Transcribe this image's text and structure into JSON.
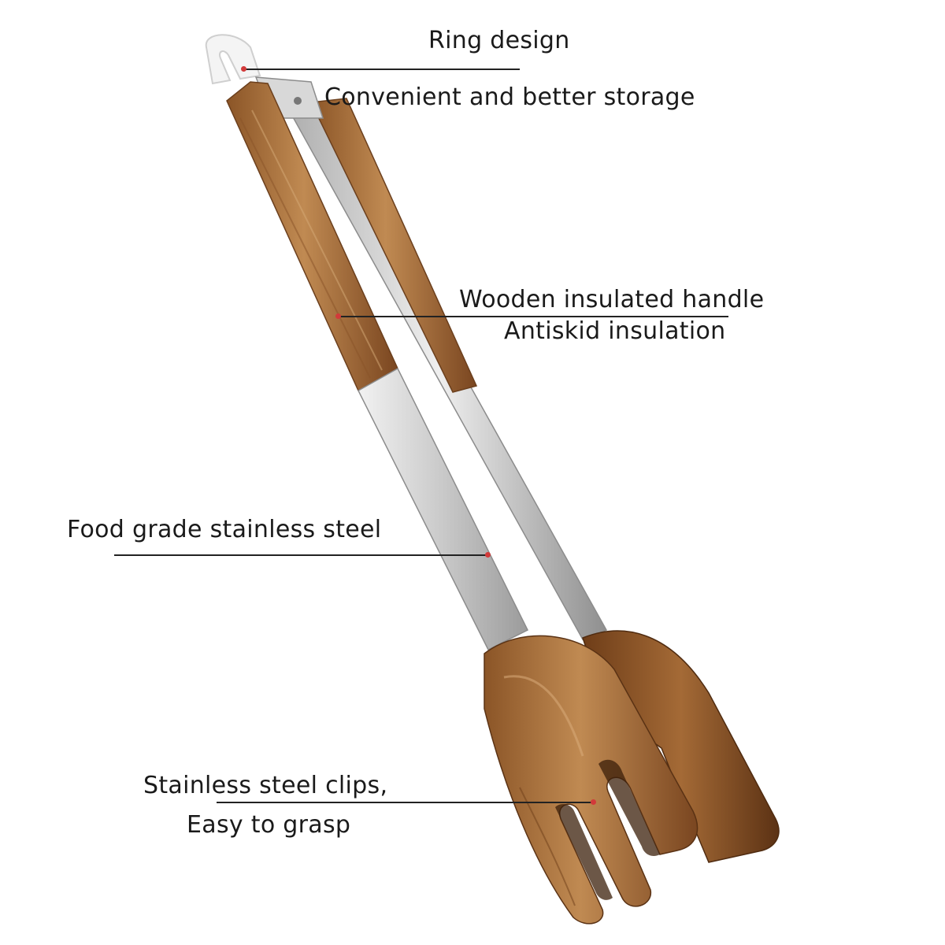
{
  "callouts": {
    "ring": {
      "title": "Ring design",
      "subtitle": "Convenient and better storage"
    },
    "handle": {
      "title": "Wooden insulated handle",
      "subtitle": "Antiskid insulation"
    },
    "steel": {
      "title": "Food grade stainless steel"
    },
    "clips": {
      "title": "Stainless steel clips,",
      "subtitle": "Easy to grasp"
    }
  },
  "colors": {
    "wood_dark": "#7a4a22",
    "wood_mid": "#a8733f",
    "wood_light": "#c99a63",
    "steel_light": "#e6e6e6",
    "steel_mid": "#bdbdbd",
    "steel_dark": "#8a8a8a",
    "marker": "#d23a3a",
    "text": "#1a1a1a"
  }
}
